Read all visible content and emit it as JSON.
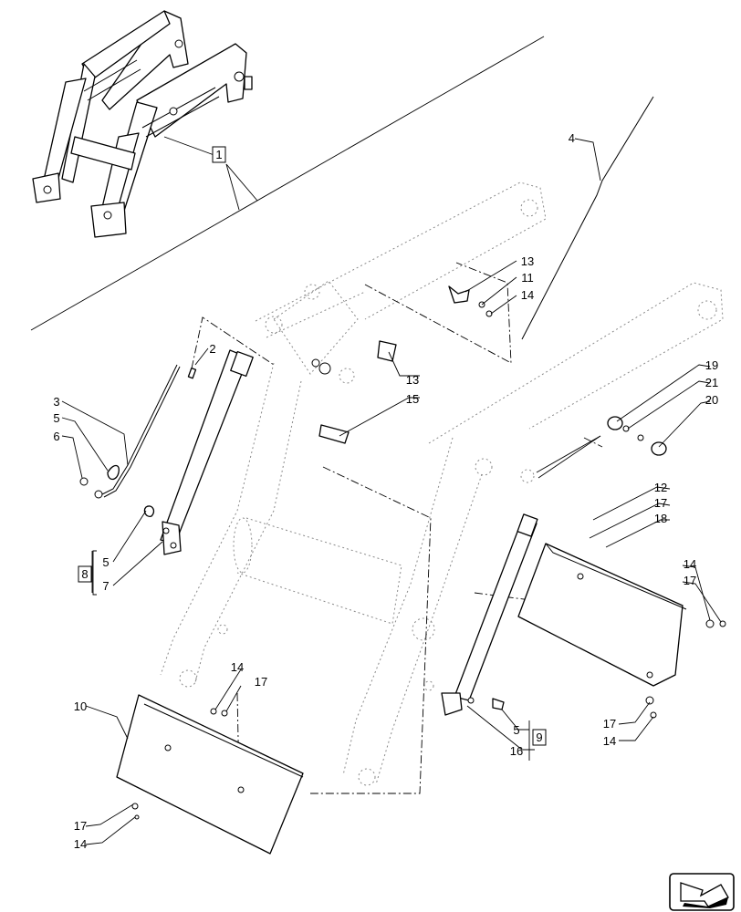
{
  "diagram": {
    "callouts": {
      "c1": "1",
      "c2": "2",
      "c3": "3",
      "c4": "4",
      "c5a": "5",
      "c6": "6",
      "c8": "8",
      "c5b": "5",
      "c7": "7",
      "c13a": "13",
      "c11": "11",
      "c14a": "14",
      "c13b": "13",
      "c15": "15",
      "c19": "19",
      "c21": "21",
      "c20": "20",
      "c12": "12",
      "c17a": "17",
      "c18": "18",
      "c14b": "14",
      "c17b": "17",
      "c14c": "14",
      "c17c": "17",
      "c10": "10",
      "c17d": "17",
      "c14d": "14",
      "c5c": "5",
      "c9": "9",
      "c16": "16",
      "c17e": "17",
      "c14e": "14"
    },
    "nav_icon": "next-page-arrow-icon"
  }
}
